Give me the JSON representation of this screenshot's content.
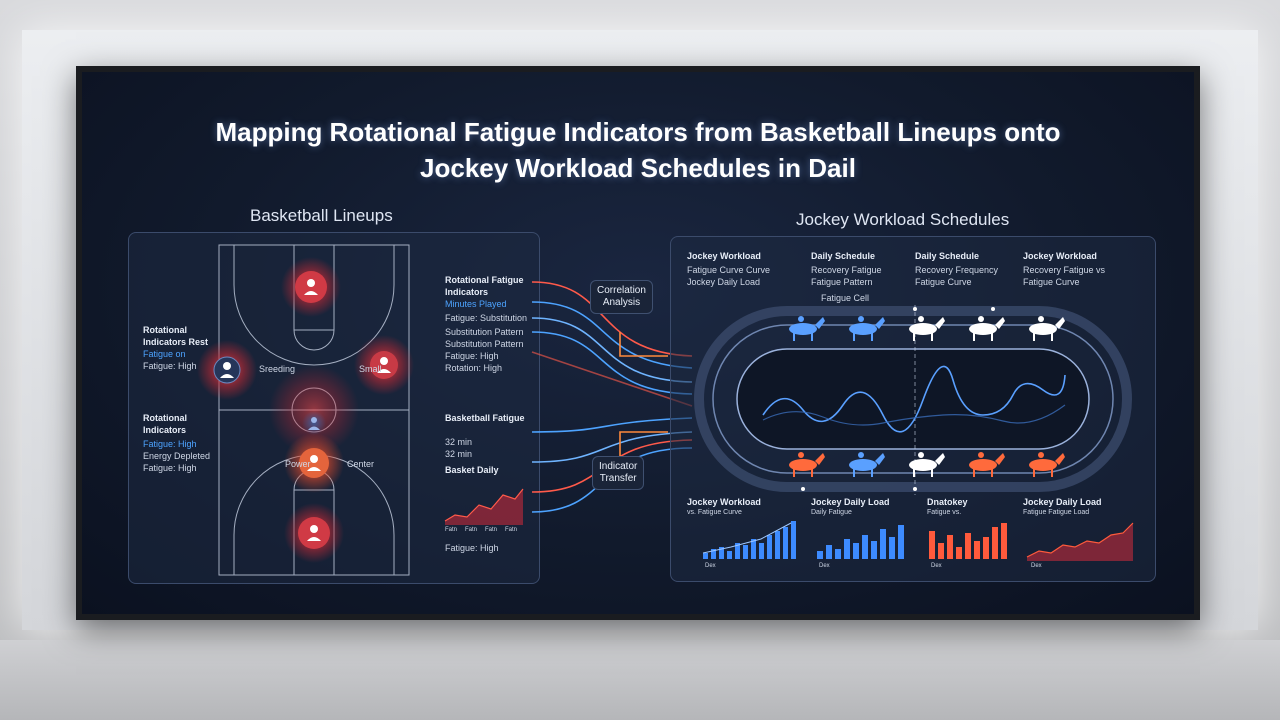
{
  "title_line1": "Mapping Rotational Fatigue Indicators from Basketball Lineups onto",
  "title_line2": "Jockey Workload Schedules in Dail",
  "left_section": "Basketball Lineups",
  "right_section": "Jockey Workload Schedules",
  "left_panel": {
    "side_block1": [
      "Rotational",
      "Indicators Rest",
      "Fatigue on",
      "Fatigue: High"
    ],
    "side_block2": [
      "Rotational",
      "Indicators",
      "Fatigue: High",
      "Energy Depleted",
      "Fatigue: High"
    ],
    "court_labels": {
      "left": "Sreeding",
      "right": "Small",
      "power": "Power",
      "center": "Center"
    },
    "indicator_title": [
      "Rotational Fatigue",
      "Indicators"
    ],
    "indicator_items": [
      "Minutes Played",
      "Fatigue: Substitution",
      "Substitution Pattern",
      "Substitution Pattern",
      "Fatigue: High",
      "Rotation: High"
    ],
    "fatigue_title": "Basketball Fatigue",
    "fatigue_values": [
      "32 min",
      "32 min"
    ],
    "daily_title": "Basket Daily",
    "fatigue_footer": "Fatigue: High",
    "mini_axis": [
      "Fatn",
      "Fatn",
      "Fatn",
      "Fatn"
    ]
  },
  "connectors": {
    "correlation": [
      "Correlation",
      "Analysis"
    ],
    "indicator_transfer": [
      "Indicator",
      "Transfer"
    ]
  },
  "right_panel": {
    "top_columns": [
      {
        "title": "Jockey Workload",
        "items": [
          "Fatigue Curve Curve",
          "Jockey Daily Load"
        ]
      },
      {
        "title": "Daily Schedule",
        "items": [
          "Recovery Fatigue",
          "Fatigue Pattern"
        ]
      },
      {
        "title": "Daily Schedule",
        "items": [
          "Recovery Frequency",
          "Fatigue Curve"
        ]
      },
      {
        "title": "Jockey Workload",
        "items": [
          "Recovery Fatigue vs",
          "Fatigue Curve"
        ]
      }
    ],
    "fatigue_label": "Fatigue Cell",
    "bottom_charts": [
      {
        "title": "Jockey Workload",
        "subtitle": "vs. Fatigue Curve",
        "color": "#3d8bff"
      },
      {
        "title": "Jockey Daily Load",
        "subtitle": "Daily Fatigue",
        "color": "#3d8bff"
      },
      {
        "title": "Dnatokey",
        "subtitle": "Fatigue vs.",
        "color": "#ff5a3c"
      },
      {
        "title": "Jockey Daily Load",
        "subtitle": "Fatigue Fatigue Load",
        "color": "#ff5a3c"
      }
    ],
    "bottom_axis": [
      "Dex",
      "Dex",
      "Dex",
      "Dex"
    ]
  },
  "colors": {
    "blue": "#3d8bff",
    "red": "#ff4a3a",
    "orange": "#ff8a3c",
    "panel": "#1e2a42"
  }
}
